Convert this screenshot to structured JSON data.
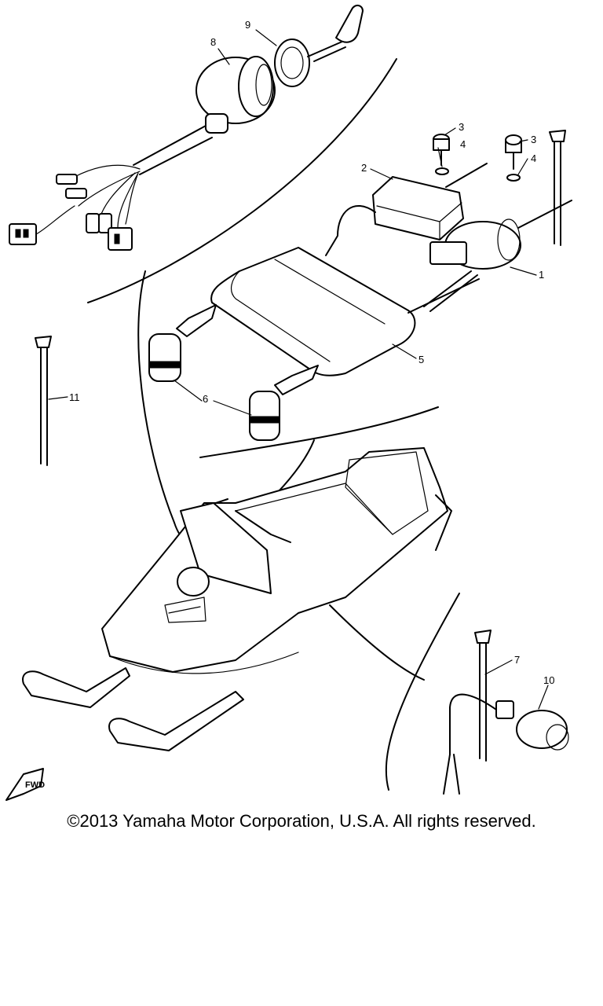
{
  "diagram": {
    "labels": [
      {
        "id": "1",
        "text": "1"
      },
      {
        "id": "2",
        "text": "2"
      },
      {
        "id": "3a",
        "text": "3"
      },
      {
        "id": "3b",
        "text": "3"
      },
      {
        "id": "4a",
        "text": "4"
      },
      {
        "id": "4b",
        "text": "4"
      },
      {
        "id": "5",
        "text": "5"
      },
      {
        "id": "6",
        "text": "6"
      },
      {
        "id": "7",
        "text": "7"
      },
      {
        "id": "8",
        "text": "8"
      },
      {
        "id": "9",
        "text": "9"
      },
      {
        "id": "10",
        "text": "10"
      },
      {
        "id": "11",
        "text": "11"
      }
    ],
    "direction_badge": "FWD"
  },
  "copyright": "©2013 Yamaha Motor Corporation, U.S.A. All rights reserved."
}
